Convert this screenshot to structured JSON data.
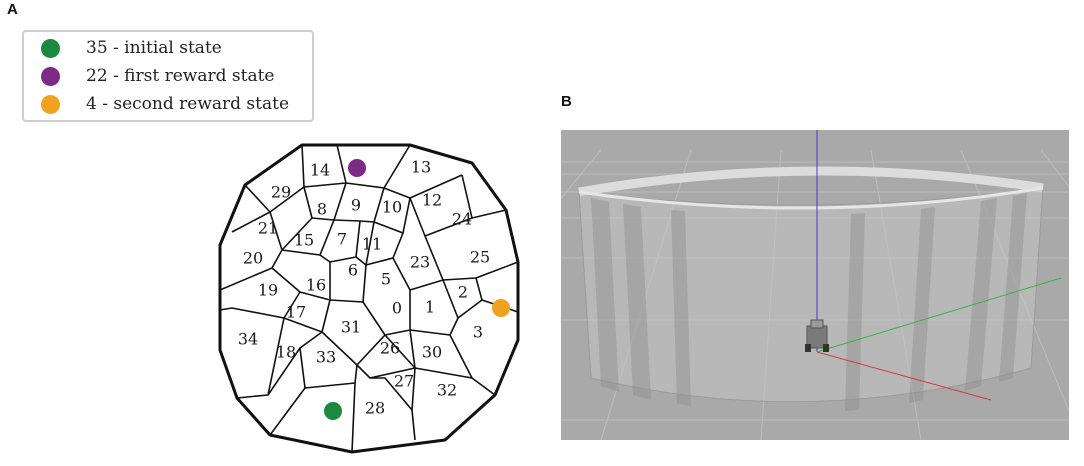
{
  "panels": {
    "a_label": "A",
    "b_label": "B"
  },
  "legend": {
    "items": [
      {
        "label": "35 - initial state",
        "color": "#1b8a3e"
      },
      {
        "label": "22 - first reward state",
        "color": "#7b2a85"
      },
      {
        "label": "4 - second reward state",
        "color": "#f2a21f"
      }
    ]
  },
  "map": {
    "cells": [
      "0",
      "1",
      "2",
      "3",
      "5",
      "6",
      "7",
      "8",
      "9",
      "10",
      "11",
      "12",
      "13",
      "14",
      "15",
      "16",
      "17",
      "18",
      "19",
      "20",
      "21",
      "23",
      "24",
      "25",
      "26",
      "27",
      "28",
      "29",
      "30",
      "31",
      "32",
      "33",
      "34"
    ],
    "markers": [
      {
        "state": "22",
        "color": "#7b2a85"
      },
      {
        "state": "4",
        "color": "#f2a21f"
      },
      {
        "state": "35",
        "color": "#1b8a3e"
      }
    ]
  },
  "simulation": {
    "background": "#a9a9a9",
    "grid": true
  }
}
